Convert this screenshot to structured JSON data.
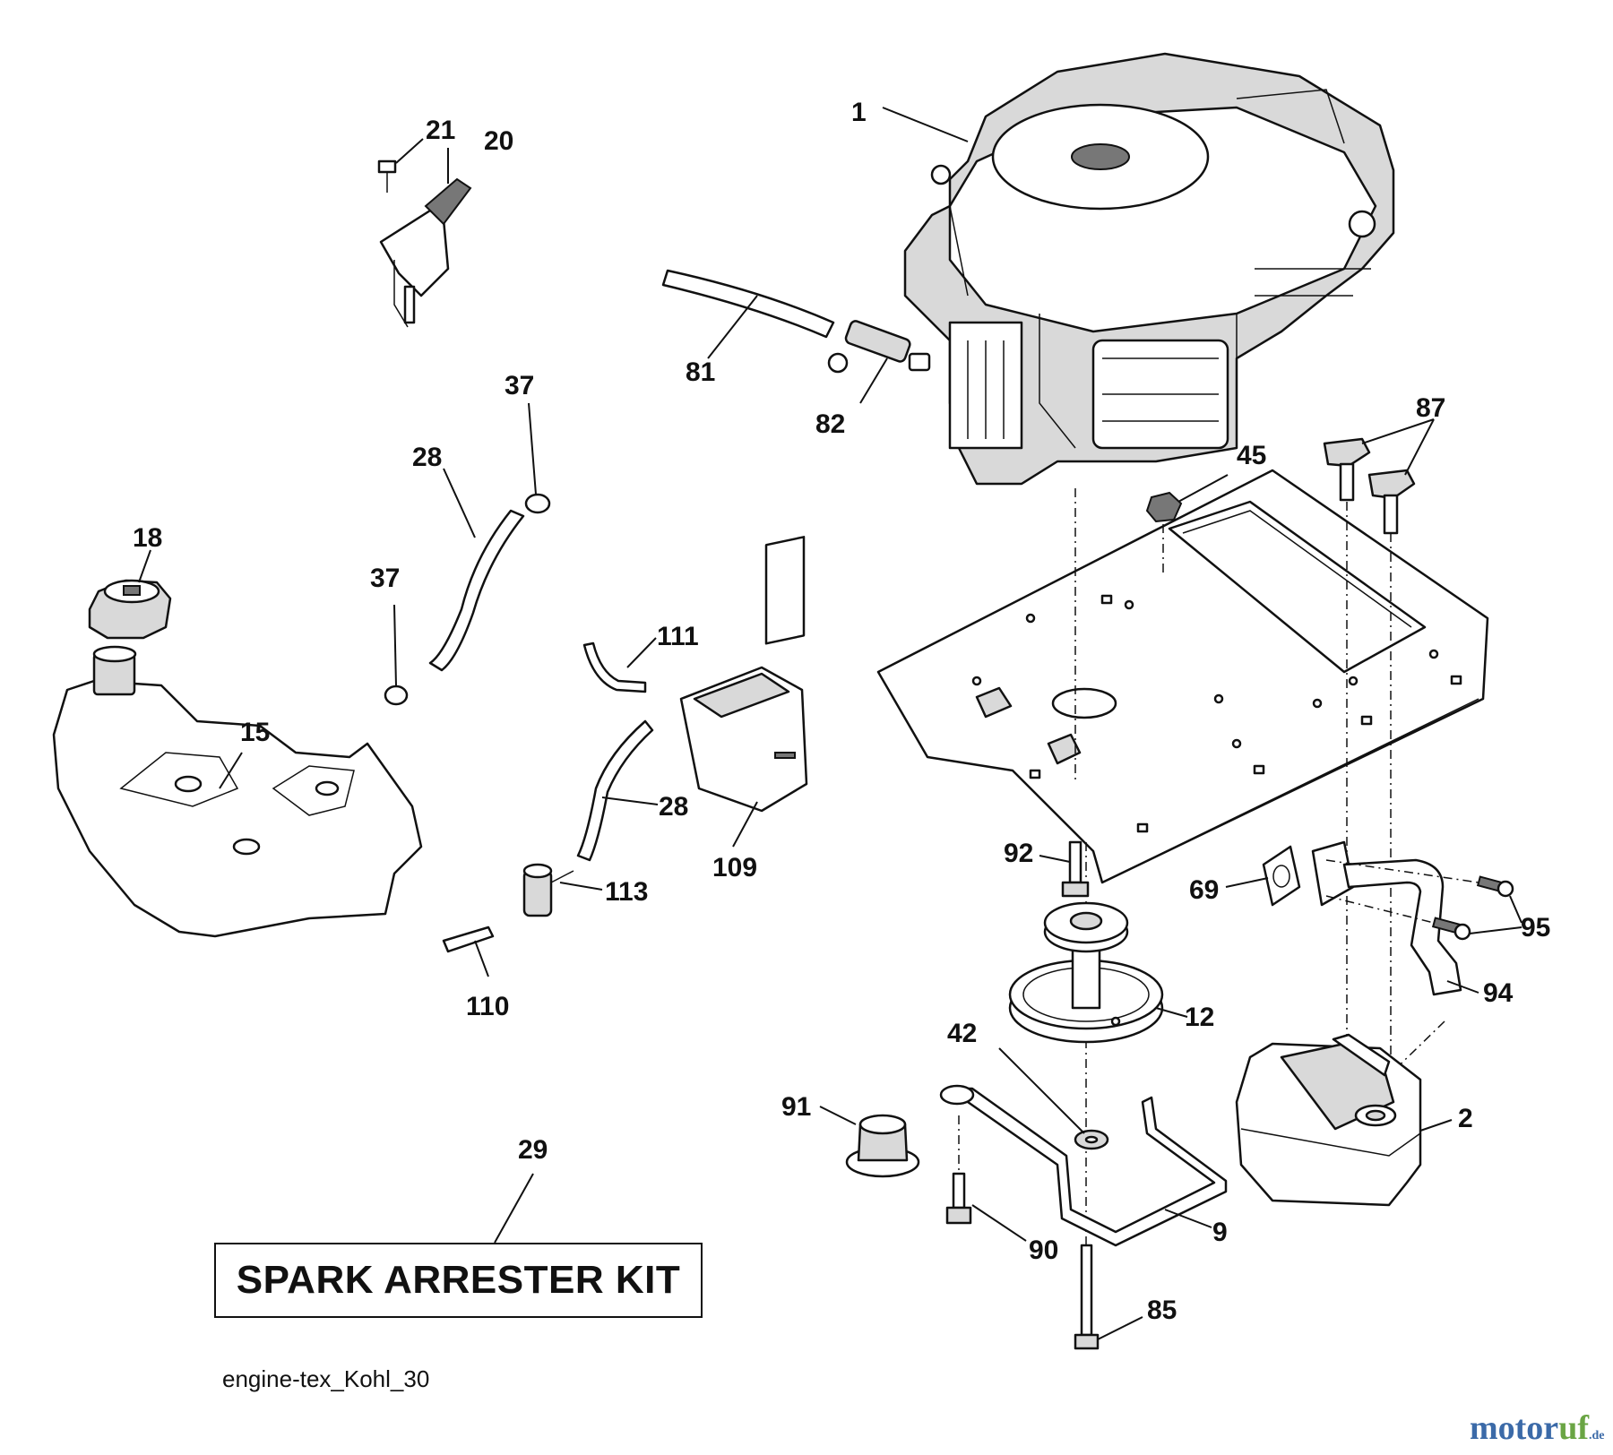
{
  "labels": {
    "l1": "1",
    "l2": "2",
    "l9": "9",
    "l12": "12",
    "l15": "15",
    "l18": "18",
    "l20": "20",
    "l21": "21",
    "l28a": "28",
    "l28b": "28",
    "l29": "29",
    "l37a": "37",
    "l37b": "37",
    "l42": "42",
    "l45": "45",
    "l69": "69",
    "l81": "81",
    "l82": "82",
    "l85": "85",
    "l87": "87",
    "l90": "90",
    "l91": "91",
    "l92": "92",
    "l94": "94",
    "l95": "95",
    "l109": "109",
    "l110": "110",
    "l111": "111",
    "l113": "113"
  },
  "kit_label": "SPARK ARRESTER KIT",
  "diagram_id": "engine-tex_Kohl_30",
  "brand": {
    "main": "motor",
    "accent": "uf",
    "suffix": ".de"
  }
}
